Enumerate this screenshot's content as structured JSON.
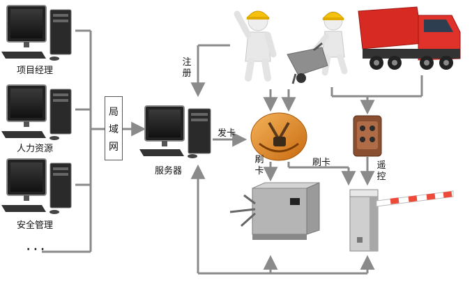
{
  "clients": {
    "pm_label": "项目经理",
    "hr_label": "人力资源",
    "safety_label": "安全管理",
    "more_label": "· · ·"
  },
  "network": {
    "lan_label": "局域网",
    "server_label": "服务器"
  },
  "flows": {
    "register": "注册",
    "issue_card": "发卡",
    "swipe_card_v": "刷卡",
    "swipe_card_h": "刷卡",
    "remote": "遥控"
  },
  "colors": {
    "line": "#8a8a8a",
    "truck": "#d62a22",
    "helmet": "#e7902a",
    "barrier": "#ee4a3a",
    "turnstile": "#9a9a9a"
  }
}
